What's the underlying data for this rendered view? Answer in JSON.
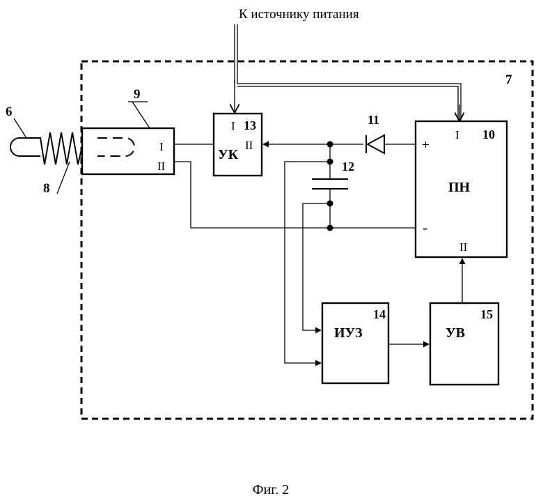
{
  "power_label": "К источнику питания",
  "caption": "Фиг. 2",
  "enclosure_number": "7",
  "probe": {
    "rod_number": "6",
    "coil_number": "8",
    "sensor_number": "9",
    "sensor_terminal_1": "I",
    "sensor_terminal_2": "II"
  },
  "uk": {
    "number": "13",
    "name": "УК",
    "input_1": "I",
    "input_2": "II"
  },
  "diode": {
    "number": "11"
  },
  "capacitor": {
    "number": "12"
  },
  "pn": {
    "number": "10",
    "name": "ПН",
    "input_1": "I",
    "input_2": "II",
    "plus": "+",
    "minus": "-"
  },
  "iuz": {
    "number": "14",
    "name": "ИУЗ"
  },
  "uv": {
    "number": "15",
    "name": "УВ"
  }
}
